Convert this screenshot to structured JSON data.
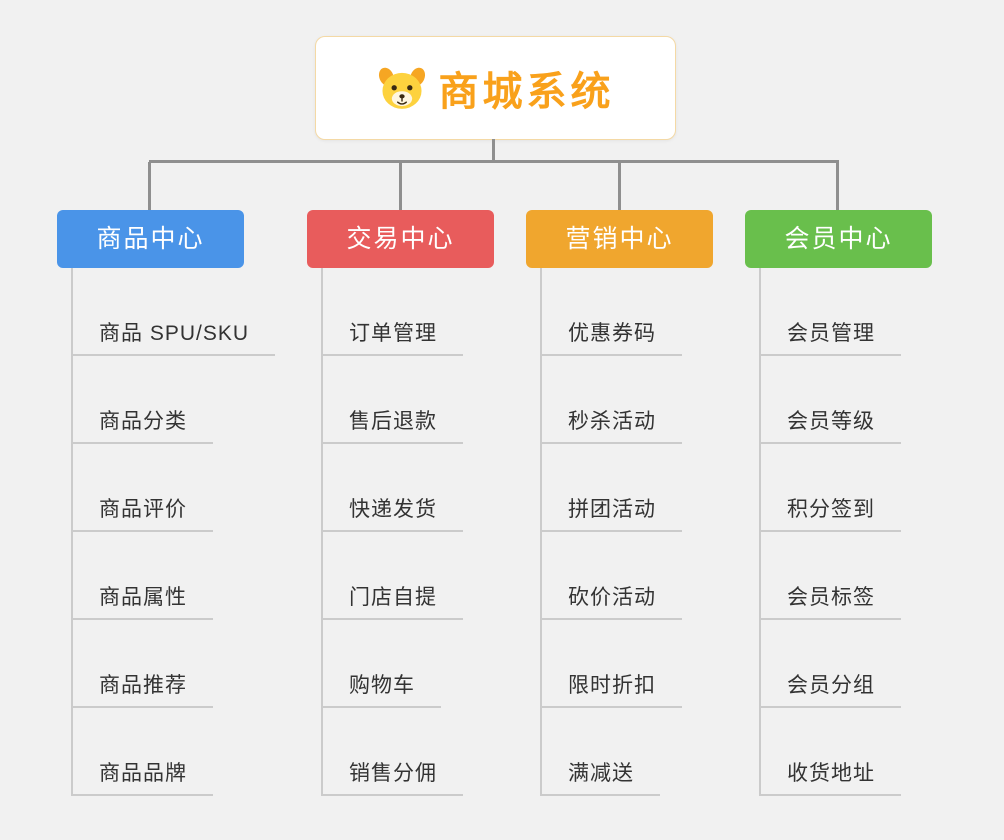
{
  "root": {
    "title": "商城系统",
    "title_color": "#f9a11b",
    "icon": "dog-face"
  },
  "branches": [
    {
      "label": "商品中心",
      "color": "#4a94e8",
      "children": [
        "商品 SPU/SKU",
        "商品分类",
        "商品评价",
        "商品属性",
        "商品推荐",
        "商品品牌"
      ]
    },
    {
      "label": "交易中心",
      "color": "#e85c5c",
      "children": [
        "订单管理",
        "售后退款",
        "快递发货",
        "门店自提",
        "购物车",
        "销售分佣"
      ]
    },
    {
      "label": "营销中心",
      "color": "#f0a62e",
      "children": [
        "优惠券码",
        "秒杀活动",
        "拼团活动",
        "砍价活动",
        "限时折扣",
        "满减送"
      ]
    },
    {
      "label": "会员中心",
      "color": "#69bf4c",
      "children": [
        "会员管理",
        "会员等级",
        "积分签到",
        "会员标签",
        "会员分组",
        "收货地址"
      ]
    }
  ]
}
